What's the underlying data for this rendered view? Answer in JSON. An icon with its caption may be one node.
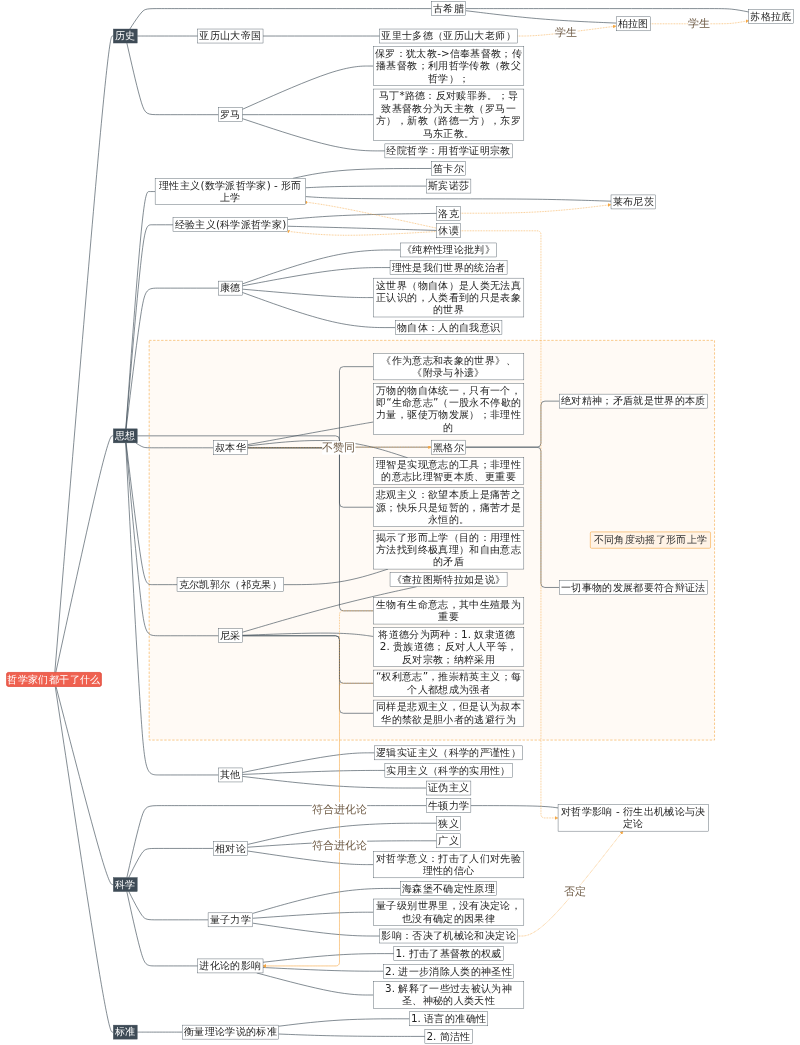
{
  "diagram": {
    "nodes": [
      {
        "text": [
          "哲学家们都干了什么"
        ]
      },
      {
        "text": [
          "历史"
        ]
      },
      {
        "text": [
          "古希腊"
        ]
      },
      {
        "text": [
          "苏格拉底"
        ]
      },
      {
        "text": [
          "柏拉图"
        ]
      },
      {
        "text": [
          "亚历山大帝国"
        ]
      },
      {
        "text": [
          "亚里士多德（亚历山大老师）"
        ]
      },
      {
        "text": [
          "罗马"
        ]
      },
      {
        "text": [
          "保罗：犹太教->信奉基督教；传播基督教；利用哲学传教（教父哲学）；"
        ]
      },
      {
        "text": [
          "马丁*路德：反对赎罪券。；导致基督教分为天主教（罗马一方），新教（路德一方），东罗马东正教。"
        ]
      },
      {
        "text": [
          "经院哲学：用哲学证明宗教"
        ]
      },
      {
        "text": [
          "思想"
        ]
      },
      {
        "text": [
          "理性主义(数学派哲学家) - 形而上学"
        ]
      },
      {
        "text": [
          "笛卡尔"
        ]
      },
      {
        "text": [
          "斯宾诺莎"
        ]
      },
      {
        "text": [
          "莱布尼茨"
        ]
      },
      {
        "text": [
          "经验主义(科学派哲学家)"
        ]
      },
      {
        "text": [
          "洛克"
        ]
      },
      {
        "text": [
          "休谟"
        ]
      },
      {
        "text": [
          "康德"
        ]
      },
      {
        "text": [
          "《纯粹性理论批判》"
        ]
      },
      {
        "text": [
          "理性是我们世界的统治者"
        ]
      },
      {
        "text": [
          "这世界（物自体）是人类无法真正认识的，人类看到的只是表象的世界"
        ]
      },
      {
        "text": [
          "物自体：人的自我意识"
        ]
      },
      {
        "text": [
          "不同角度动摇了形而上学"
        ]
      },
      {
        "text": [
          "黑格尔"
        ],
        "in": 24
      },
      {
        "text": [
          "绝对精神；矛盾就是世界的本质"
        ],
        "in": 24
      },
      {
        "text": [
          "一切事物的发展都要符合辩证法"
        ],
        "in": 24
      },
      {
        "text": [
          "叔本华"
        ],
        "in": 24
      },
      {
        "text": [
          "《作为意志和表象的世界》、《附录与补遗》"
        ],
        "in": 24
      },
      {
        "text": [
          "万物的物自体统一，只有一个，即“生命意志”（一股永不停歇的力量，驱使万物发展）；非理性的"
        ],
        "in": 24
      },
      {
        "text": [
          "理智是实现意志的工具；非理性的意志比理智更本质、更重要"
        ],
        "in": 24
      },
      {
        "text": [
          "悲观主义：欲望本质上是痛苦之源；快乐只是短暂的，痛苦才是永恒的。"
        ],
        "in": 24
      },
      {
        "text": [
          "生物有生命意志，其中生殖最为重要"
        ],
        "in": 24
      },
      {
        "text": [
          "克尔凯郭尔（祁克果）"
        ],
        "in": 24
      },
      {
        "text": [
          "揭示了形而上学（目的：用理性方法找到终极真理）和自由意志的矛盾"
        ],
        "in": 24
      },
      {
        "text": [
          "尼采"
        ],
        "in": 24
      },
      {
        "text": [
          "《查拉图斯特拉如是说》"
        ],
        "in": 24
      },
      {
        "text": [
          "“权利意志”，推崇精英主义；每个人都想成为强者"
        ],
        "in": 24
      },
      {
        "text": [
          "将道德分为两种：1. 奴隶道德 2. 贵族道德；反对人人平等，反对宗教；纳粹采用"
        ],
        "in": 24
      },
      {
        "text": [
          "同样是悲观主义，但是认为叔本华的禁欲是胆小者的逃避行为"
        ],
        "in": 24
      },
      {
        "text": [
          "其他"
        ]
      },
      {
        "text": [
          "逻辑实证主义（科学的严谨性）"
        ]
      },
      {
        "text": [
          "实用主义（科学的实用性）"
        ]
      },
      {
        "text": [
          "证伪主义"
        ]
      },
      {
        "text": [
          "科学"
        ]
      },
      {
        "text": [
          "牛顿力学"
        ]
      },
      {
        "text": [
          "对哲学影响 - 衍生出机械论与决定论"
        ]
      },
      {
        "text": [
          "相对论"
        ]
      },
      {
        "text": [
          "狭义"
        ]
      },
      {
        "text": [
          "广义"
        ]
      },
      {
        "text": [
          "对哲学意义：打击了人们对先验理性的信心"
        ]
      },
      {
        "text": [
          "量子力学"
        ]
      },
      {
        "text": [
          "海森堡不确定性原理"
        ]
      },
      {
        "text": [
          "量子级别世界里，没有决定论，也没有确定的因果律"
        ]
      },
      {
        "text": [
          "影响：否决了机械论和决定论"
        ]
      },
      {
        "text": [
          "进化论的影响"
        ]
      },
      {
        "text": [
          "1. 打击了基督教的权威"
        ]
      },
      {
        "text": [
          "2. 进一步消除人类的神圣性"
        ]
      },
      {
        "text": [
          "3. 解释了一些过去被认为神圣、神秘的人类天性"
        ]
      },
      {
        "text": [
          "标准"
        ]
      },
      {
        "text": [
          "衡量理论学说的标准"
        ]
      },
      {
        "text": [
          "1. 语言的准确性"
        ]
      },
      {
        "text": [
          "2. 简洁性"
        ]
      }
    ],
    "edges": [
      {
        "from": 0,
        "to": 1,
        "arrow": "none"
      },
      {
        "from": 1,
        "to": 2,
        "arrow": "none"
      },
      {
        "from": 2,
        "to": 3,
        "arrow": "none"
      },
      {
        "from": 2,
        "to": 4,
        "arrow": "none"
      },
      {
        "from": 1,
        "to": 5,
        "arrow": "none"
      },
      {
        "from": 5,
        "to": 6,
        "arrow": "none"
      },
      {
        "from": 1,
        "to": 7,
        "arrow": "none"
      },
      {
        "from": 7,
        "to": 8,
        "arrow": "none"
      },
      {
        "from": 7,
        "to": 9,
        "arrow": "none"
      },
      {
        "from": 7,
        "to": 10,
        "arrow": "none"
      },
      {
        "from": 0,
        "to": 11,
        "arrow": "none"
      },
      {
        "from": 11,
        "to": 12,
        "arrow": "none"
      },
      {
        "from": 12,
        "to": 13,
        "arrow": "none"
      },
      {
        "from": 12,
        "to": 14,
        "arrow": "none"
      },
      {
        "from": 12,
        "to": 15,
        "arrow": "none"
      },
      {
        "from": 11,
        "to": 16,
        "arrow": "none"
      },
      {
        "from": 16,
        "to": 17,
        "arrow": "none"
      },
      {
        "from": 16,
        "to": 18,
        "arrow": "none"
      },
      {
        "from": 11,
        "to": 19,
        "arrow": "none"
      },
      {
        "from": 19,
        "to": 20,
        "arrow": "none"
      },
      {
        "from": 19,
        "to": 21,
        "arrow": "none"
      },
      {
        "from": 19,
        "to": 22,
        "arrow": "none"
      },
      {
        "from": 19,
        "to": 23,
        "arrow": "none"
      },
      {
        "from": 11,
        "to": 25,
        "arrow": "none"
      },
      {
        "from": 25,
        "to": 26,
        "arrow": "none"
      },
      {
        "from": 25,
        "to": 27,
        "arrow": "none"
      },
      {
        "from": 11,
        "to": 28,
        "arrow": "none"
      },
      {
        "from": 28,
        "to": 29,
        "arrow": "none"
      },
      {
        "from": 28,
        "to": 30,
        "arrow": "none"
      },
      {
        "from": 28,
        "to": 31,
        "arrow": "none"
      },
      {
        "from": 28,
        "to": 32,
        "arrow": "none"
      },
      {
        "from": 28,
        "to": 33,
        "arrow": "none"
      },
      {
        "from": 11,
        "to": 34,
        "arrow": "none"
      },
      {
        "from": 34,
        "to": 35,
        "arrow": "none"
      },
      {
        "from": 11,
        "to": 36,
        "arrow": "none"
      },
      {
        "from": 36,
        "to": 37,
        "arrow": "none"
      },
      {
        "from": 36,
        "to": 38,
        "arrow": "none"
      },
      {
        "from": 36,
        "to": 39,
        "arrow": "none"
      },
      {
        "from": 36,
        "to": 40,
        "arrow": "none"
      },
      {
        "from": 11,
        "to": 41,
        "arrow": "none"
      },
      {
        "from": 41,
        "to": 42,
        "arrow": "none"
      },
      {
        "from": 41,
        "to": 43,
        "arrow": "none"
      },
      {
        "from": 41,
        "to": 44,
        "arrow": "none"
      },
      {
        "from": 0,
        "to": 45,
        "arrow": "none"
      },
      {
        "from": 45,
        "to": 46,
        "arrow": "none"
      },
      {
        "from": 46,
        "to": 47,
        "arrow": "none"
      },
      {
        "from": 45,
        "to": 48,
        "arrow": "none"
      },
      {
        "from": 48,
        "to": 49,
        "arrow": "none"
      },
      {
        "from": 48,
        "to": 50,
        "arrow": "none"
      },
      {
        "from": 48,
        "to": 51,
        "arrow": "none"
      },
      {
        "from": 45,
        "to": 52,
        "arrow": "none"
      },
      {
        "from": 52,
        "to": 53,
        "arrow": "none"
      },
      {
        "from": 52,
        "to": 54,
        "arrow": "none"
      },
      {
        "from": 52,
        "to": 55,
        "arrow": "none"
      },
      {
        "from": 45,
        "to": 56,
        "arrow": "none"
      },
      {
        "from": 56,
        "to": 57,
        "arrow": "none"
      },
      {
        "from": 56,
        "to": 58,
        "arrow": "none"
      },
      {
        "from": 56,
        "to": 59,
        "arrow": "none"
      },
      {
        "from": 0,
        "to": 60,
        "arrow": "none"
      },
      {
        "from": 60,
        "to": 61,
        "arrow": "none"
      },
      {
        "from": 61,
        "to": 62,
        "arrow": "none"
      },
      {
        "from": 61,
        "to": 63,
        "arrow": "none"
      },
      {
        "from": 4,
        "to": 3,
        "arrow": "to",
        "label": "学生",
        "style": "dashed",
        "color": "#f5a742"
      },
      {
        "from": 6,
        "to": 4,
        "arrow": "to",
        "label": "学生",
        "style": "dashed",
        "color": "#f5a742"
      },
      {
        "from": 18,
        "to": 12,
        "arrow": "to",
        "style": "dashed",
        "color": "#f5a742"
      },
      {
        "from": 17,
        "to": 15,
        "arrow": "to",
        "style": "dashed",
        "color": "#f5a742"
      },
      {
        "from": 18,
        "to": 16,
        "arrow": "to",
        "style": "dashed",
        "color": "#f5a742"
      },
      {
        "from": 18,
        "to": 47,
        "arrow": "to",
        "style": "dashed",
        "color": "#f5a742"
      },
      {
        "from": 28,
        "to": 25,
        "arrow": "to",
        "label": "不赞同",
        "style": "dashed",
        "color": "#f5a742"
      },
      {
        "from": 33,
        "to": 56,
        "arrow": "to",
        "label": "符合进化论",
        "style": "dashed",
        "color": "#f5a742"
      },
      {
        "from": 38,
        "to": 56,
        "arrow": "to",
        "label": "符合进化论",
        "style": "dashed",
        "color": "#f5a742"
      },
      {
        "from": 55,
        "to": 47,
        "arrow": "to",
        "label": "否定",
        "style": "dashed",
        "color": "#f5a742"
      }
    ]
  }
}
